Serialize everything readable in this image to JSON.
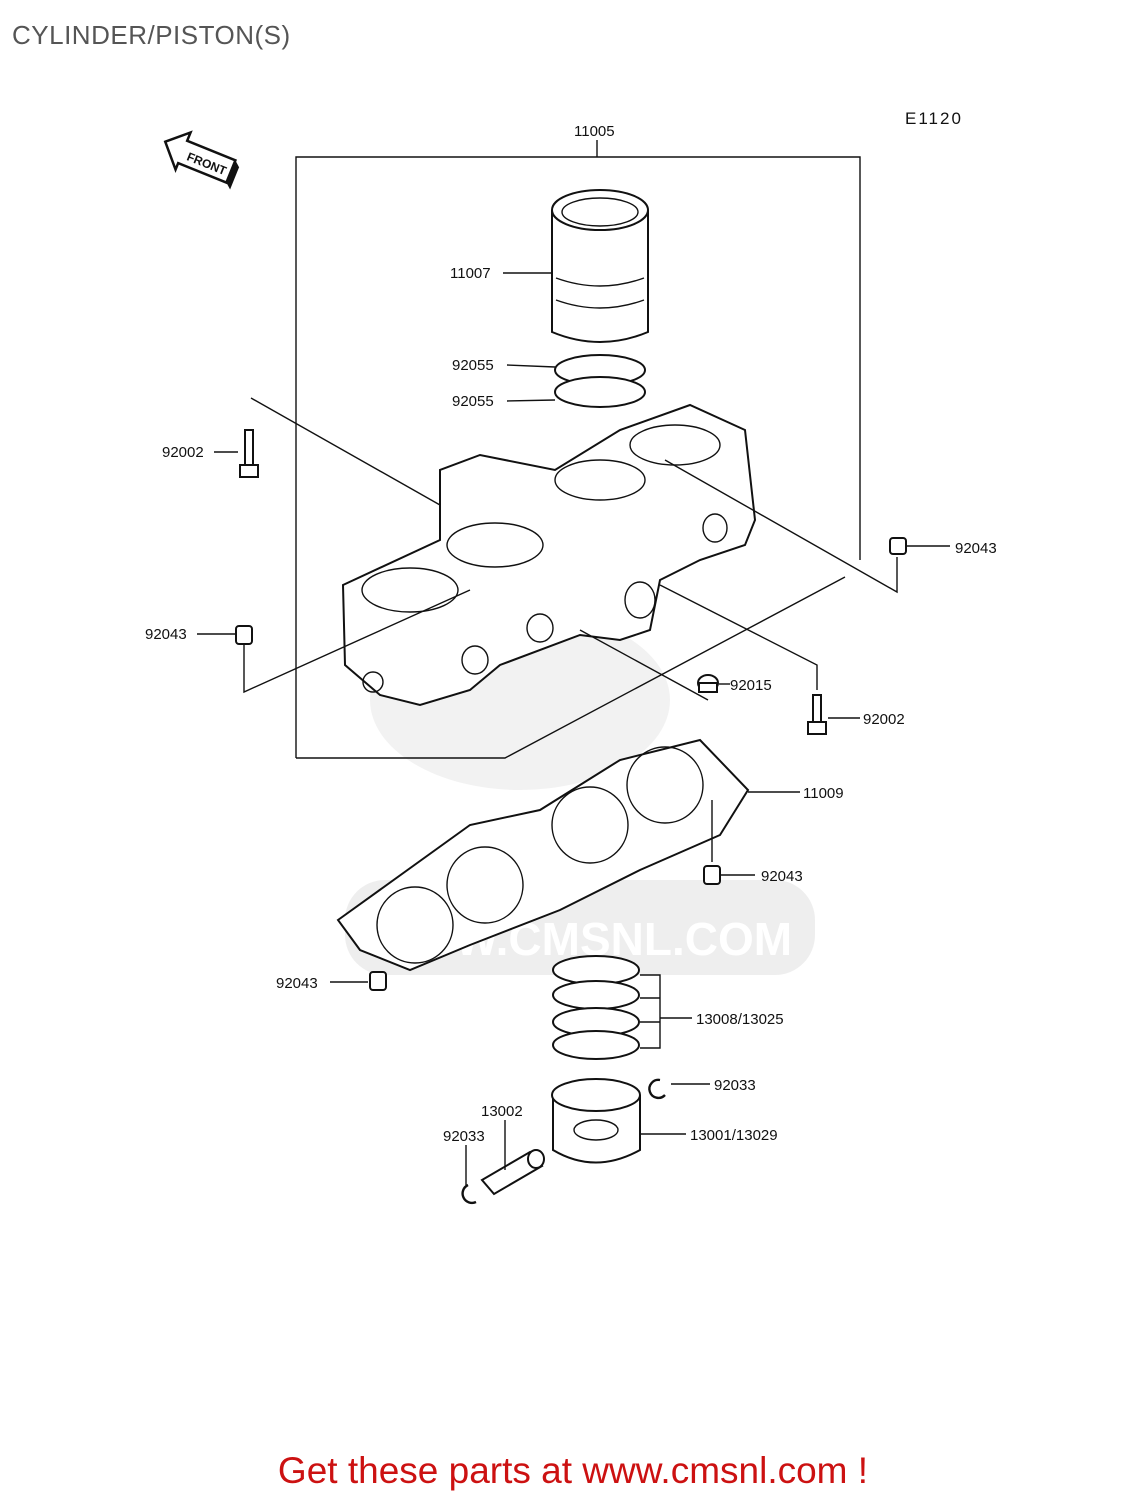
{
  "title": "CYLINDER/PISTON(S)",
  "diagram_code": "E1120",
  "front_arrow_label": "FRONT",
  "watermark_text": "WWW.CMSNL.COM",
  "footer_text": "Get these parts at www.cmsnl.com !",
  "colors": {
    "footer": "#cc1111",
    "title": "#555555",
    "watermark": "#d9d9d9"
  },
  "parts": [
    {
      "id": "p11005",
      "label": "11005"
    },
    {
      "id": "p11007",
      "label": "11007"
    },
    {
      "id": "p92055a",
      "label": "92055"
    },
    {
      "id": "p92055b",
      "label": "92055"
    },
    {
      "id": "p92002a",
      "label": "92002"
    },
    {
      "id": "p92043a",
      "label": "92043"
    },
    {
      "id": "p92043b",
      "label": "92043"
    },
    {
      "id": "p92015",
      "label": "92015"
    },
    {
      "id": "p92002b",
      "label": "92002"
    },
    {
      "id": "p11009",
      "label": "11009"
    },
    {
      "id": "p92043c",
      "label": "92043"
    },
    {
      "id": "p92043d",
      "label": "92043"
    },
    {
      "id": "p13008",
      "label": "13008/13025"
    },
    {
      "id": "p92033a",
      "label": "92033"
    },
    {
      "id": "p13002",
      "label": "13002"
    },
    {
      "id": "p92033b",
      "label": "92033"
    },
    {
      "id": "p13001",
      "label": "13001/13029"
    }
  ]
}
